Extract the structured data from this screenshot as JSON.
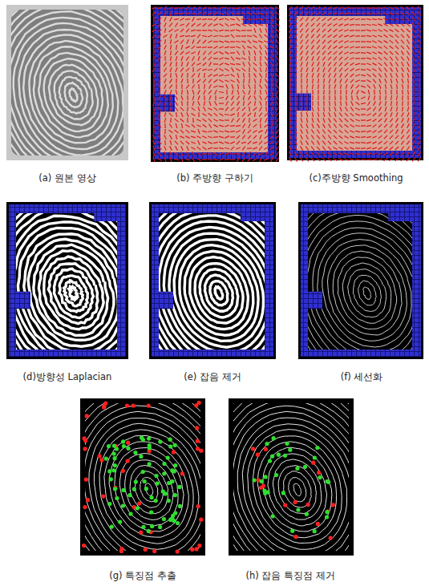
{
  "diagram": {
    "labels": [
      "(a) 원본 영상",
      "(b) 주방향 구하기",
      "(c)주방향 Smoothing",
      "(d)방향성 Laplacian",
      "(e) 잡음 제거",
      "(f) 세선화",
      "(g) 특징점 추출",
      "(h) 잡음 특징점 제거"
    ]
  }
}
